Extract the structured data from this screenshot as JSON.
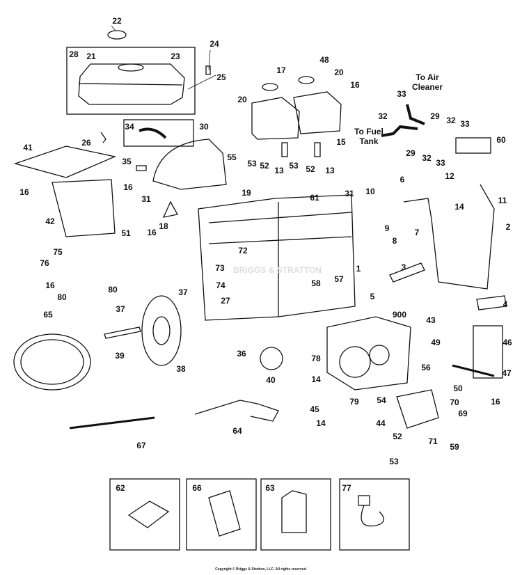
{
  "diagram": {
    "callouts": [
      "22",
      "28",
      "21",
      "23",
      "24",
      "25",
      "26",
      "34",
      "30",
      "41",
      "16",
      "16",
      "35",
      "42",
      "31",
      "18",
      "19",
      "17",
      "48",
      "20",
      "20",
      "16",
      "15",
      "55",
      "53",
      "52",
      "13",
      "53",
      "52",
      "13",
      "33",
      "32",
      "29",
      "32",
      "33",
      "29",
      "32",
      "33",
      "60",
      "12",
      "14",
      "11",
      "6",
      "10",
      "61",
      "31",
      "9",
      "8",
      "7",
      "2",
      "1",
      "3",
      "4",
      "5",
      "57",
      "58",
      "72",
      "73",
      "74",
      "27",
      "36",
      "37",
      "37",
      "51",
      "16",
      "75",
      "76",
      "16",
      "80",
      "80",
      "65",
      "39",
      "38",
      "40",
      "900",
      "78",
      "43",
      "49",
      "46",
      "47",
      "16",
      "56",
      "50",
      "14",
      "45",
      "14",
      "54",
      "70",
      "69",
      "59",
      "44",
      "71",
      "79",
      "52",
      "53",
      "64",
      "67"
    ],
    "notes": {
      "air_cleaner": "To Air\nCleaner",
      "fuel_tank": "To Fuel\nTank"
    },
    "kits": [
      {
        "label": "62",
        "icon": "fittings-kit-icon"
      },
      {
        "label": "66",
        "icon": "manual-icon"
      },
      {
        "label": "63",
        "icon": "oil-bottle-icon"
      },
      {
        "label": "77",
        "icon": "battery-charger-icon"
      }
    ],
    "watermark": "BRIGGS & STRATTON",
    "copyright": "Copyright © Briggs & Stratton, LLC. All rights reserved."
  }
}
